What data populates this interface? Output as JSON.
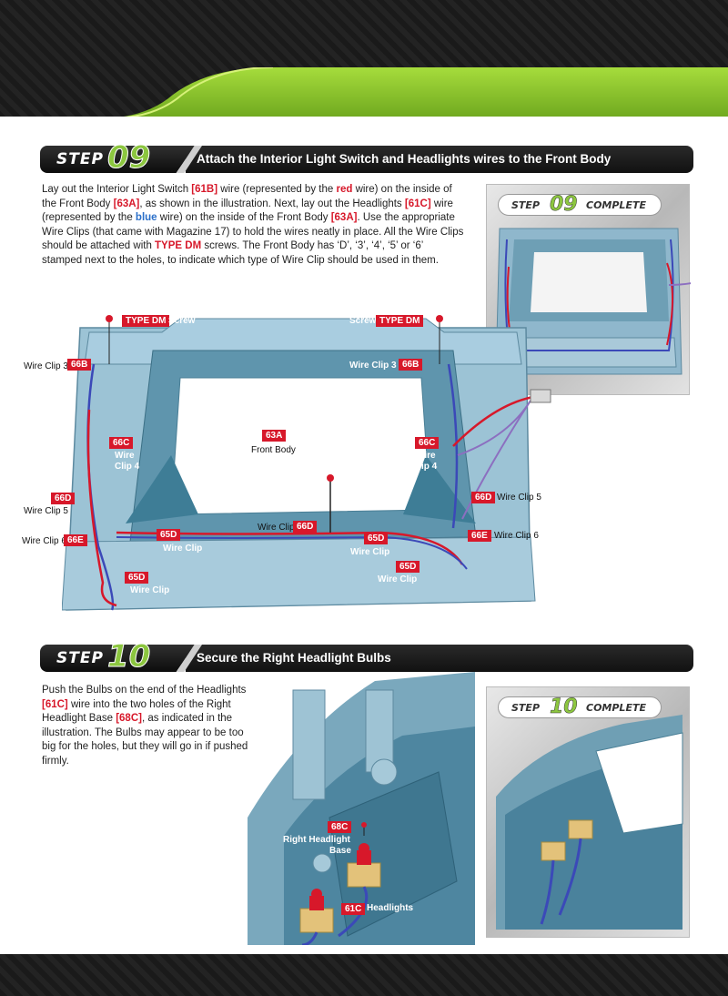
{
  "step09": {
    "step_word": "STEP",
    "step_num": "09",
    "title": "Attach the Interior Light Switch and Headlights wires to the Front Body",
    "text": {
      "t1": "Lay out the Interior Light Switch ",
      "r1": "[61B]",
      "t2": " wire (represented by the ",
      "red_word": "red",
      "t3": " wire) on the inside of the Front Body ",
      "r2": "[63A]",
      "t4": ", as shown in the illustration. Next, lay out the Headlights ",
      "r3": "[61C]",
      "t5": " wire (represented by the ",
      "blue_word": "blue",
      "t6": " wire) on the inside of the Front Body ",
      "r4": "[63A]",
      "t7": ". Use the appropriate Wire Clips (that came with Magazine 17) to hold the wires neatly in place. All the Wire Clips should be attached with ",
      "r5": "TYPE DM",
      "t8": " screws. The Front Body has ‘D’, ‘3’, ‘4’, ‘5’ or ‘6’ stamped next to the holes, to indicate which type of Wire Clip should be used in them."
    },
    "complete": {
      "step": "STEP",
      "num": "09",
      "word": "COMPLETE"
    },
    "labels": {
      "type_dm_left": "TYPE DM",
      "screw_left": "Screw",
      "type_dm_right": "TYPE DM",
      "screw_right": "Screw",
      "wire_clip_3_left": "Wire Clip 3",
      "tag_66b_left": "66B",
      "wire_clip_3_right": "Wire Clip 3",
      "tag_66b_right": "66B",
      "tag_63a": "63A",
      "front_body": "Front Body",
      "tag_66c_left": "66C",
      "wire_clip_4_left_a": "Wire",
      "wire_clip_4_left_b": "Clip 4",
      "tag_66c_right": "66C",
      "wire_clip_4_right_a": "Wire",
      "wire_clip_4_right_b": "Clip 4",
      "tag_66d_left": "66D",
      "wire_clip_5_left": "Wire Clip 5",
      "tag_66d_right": "66D",
      "wire_clip_5_right": "Wire Clip 5",
      "wire_clip_6_left": "Wire Clip 6",
      "tag_66e_left": "66E",
      "tag_66e_right": "66E",
      "wire_clip_6_right": "Wire Clip 6",
      "wire_clip_center": "Wire Clip",
      "tag_66d_center": "66D",
      "tag_65d_a": "65D",
      "wire_clip_65d_a": "Wire Clip",
      "tag_65d_b": "65D",
      "wire_clip_65d_b": "Wire Clip",
      "tag_65d_c": "65D",
      "wire_clip_65d_c": "Wire Clip",
      "tag_65d_d": "65D",
      "wire_clip_65d_d": "Wire Clip"
    }
  },
  "step10": {
    "step_word": "STEP",
    "step_num": "10",
    "title": "Secure the Right Headlight Bulbs",
    "text": {
      "t1": "Push the Bulbs on the end of the Headlights ",
      "r1": "[61C]",
      "t2": " wire into the two holes of the Right Headlight Base ",
      "r2": "[68C]",
      "t3": ", as indicated in the illustration. The Bulbs may appear to be too big for the holes, but they will go in if pushed firmly."
    },
    "complete": {
      "step": "STEP",
      "num": "10",
      "word": "COMPLETE"
    },
    "labels": {
      "tag_68c": "68C",
      "right_headlight_a": "Right Headlight",
      "right_headlight_b": "Base",
      "tag_61c": "61C",
      "headlights": "Headlights"
    }
  },
  "colors": {
    "accent_green": "#8cc63f",
    "ref_red": "#d7182a",
    "ref_blue": "#2a6fc9",
    "part_blue": "#8fb7cc"
  }
}
